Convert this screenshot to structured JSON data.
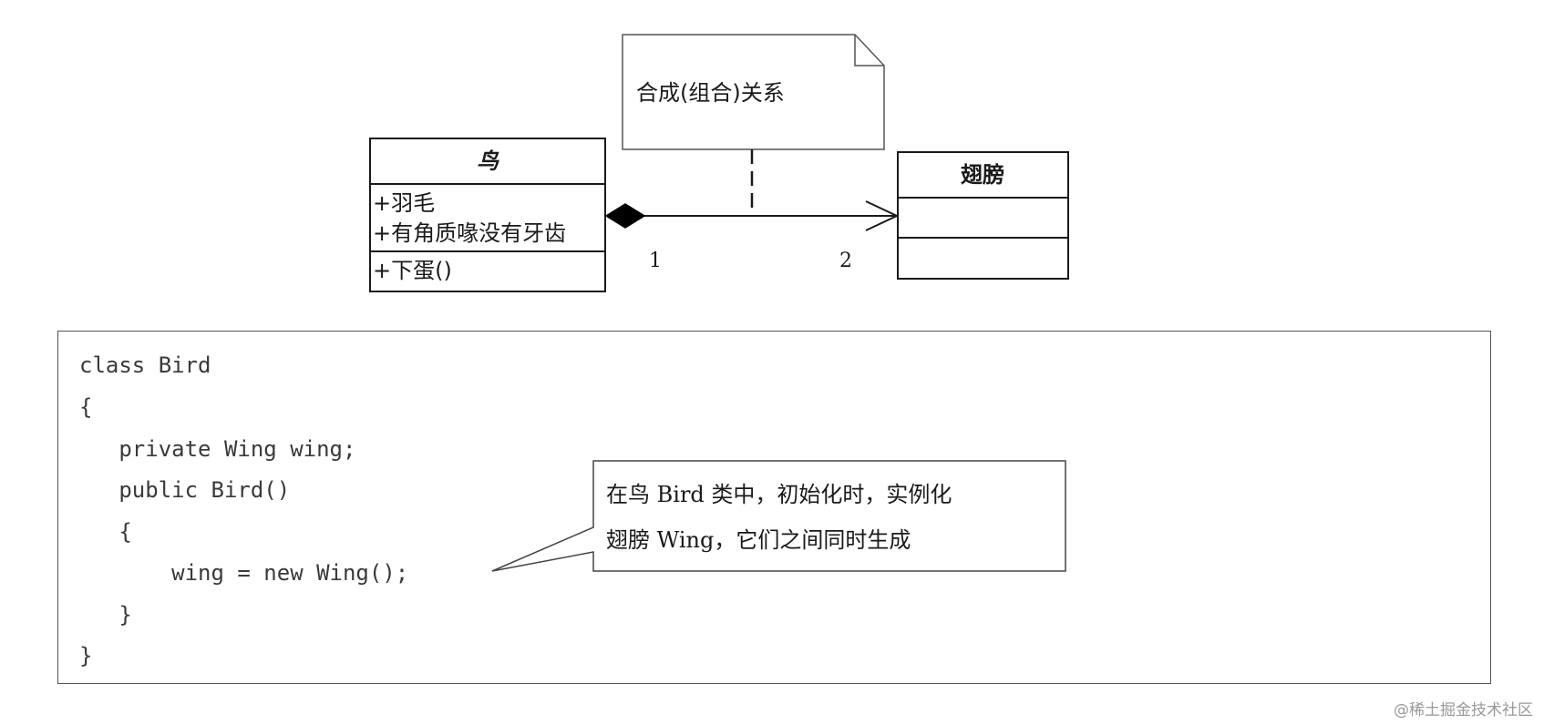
{
  "diagram": {
    "note_text": "合成(组合)关系",
    "bird_class": {
      "name": "鸟",
      "attributes": [
        "+羽毛",
        "+有角质喙没有牙齿"
      ],
      "methods": [
        "+下蛋()"
      ]
    },
    "wing_class": {
      "name": "翅膀"
    },
    "association": {
      "type": "composition",
      "source_multiplicity": "1",
      "target_multiplicity": "2"
    }
  },
  "code": {
    "lines": [
      "class Bird",
      "{",
      "   private Wing wing;",
      "   public Bird()",
      "   {",
      "       wing = new Wing();",
      "   }",
      "}"
    ]
  },
  "callout": {
    "line1": "在鸟 Bird 类中，初始化时，实例化",
    "line2": "翅膀 Wing，它们之间同时生成"
  },
  "watermark": "@稀土掘金技术社区"
}
